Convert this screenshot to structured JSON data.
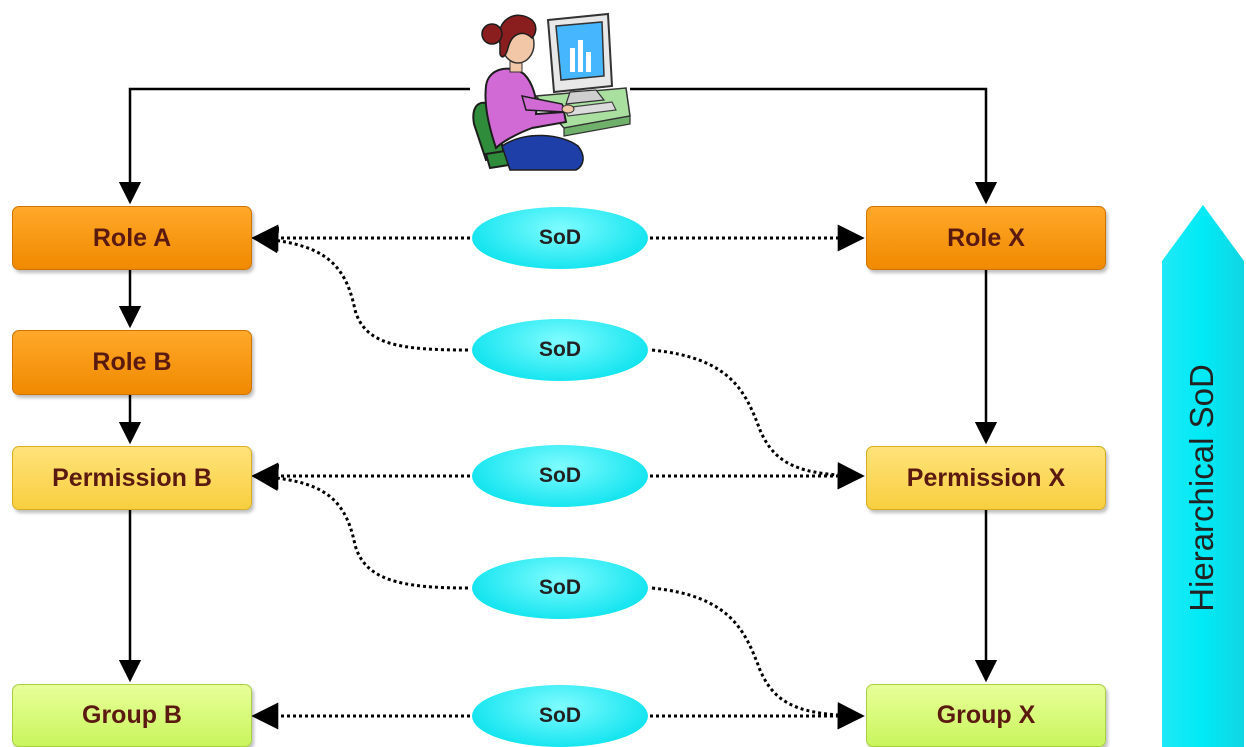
{
  "nodes": {
    "role_a": "Role A",
    "role_b": "Role B",
    "permission_b": "Permission B",
    "group_b": "Group B",
    "role_x": "Role X",
    "permission_x": "Permission X",
    "group_x": "Group X"
  },
  "sod_labels": [
    "SoD",
    "SoD",
    "SoD",
    "SoD",
    "SoD"
  ],
  "side_label": "Hierarchical SoD",
  "illustration": "user-at-computer-icon",
  "colors": {
    "role": "#f89a12",
    "permission": "#fbd95a",
    "group": "#d6fa78",
    "sod": "#12e4ef",
    "arrow": "#00e8f4",
    "text": "#5a1a10"
  }
}
